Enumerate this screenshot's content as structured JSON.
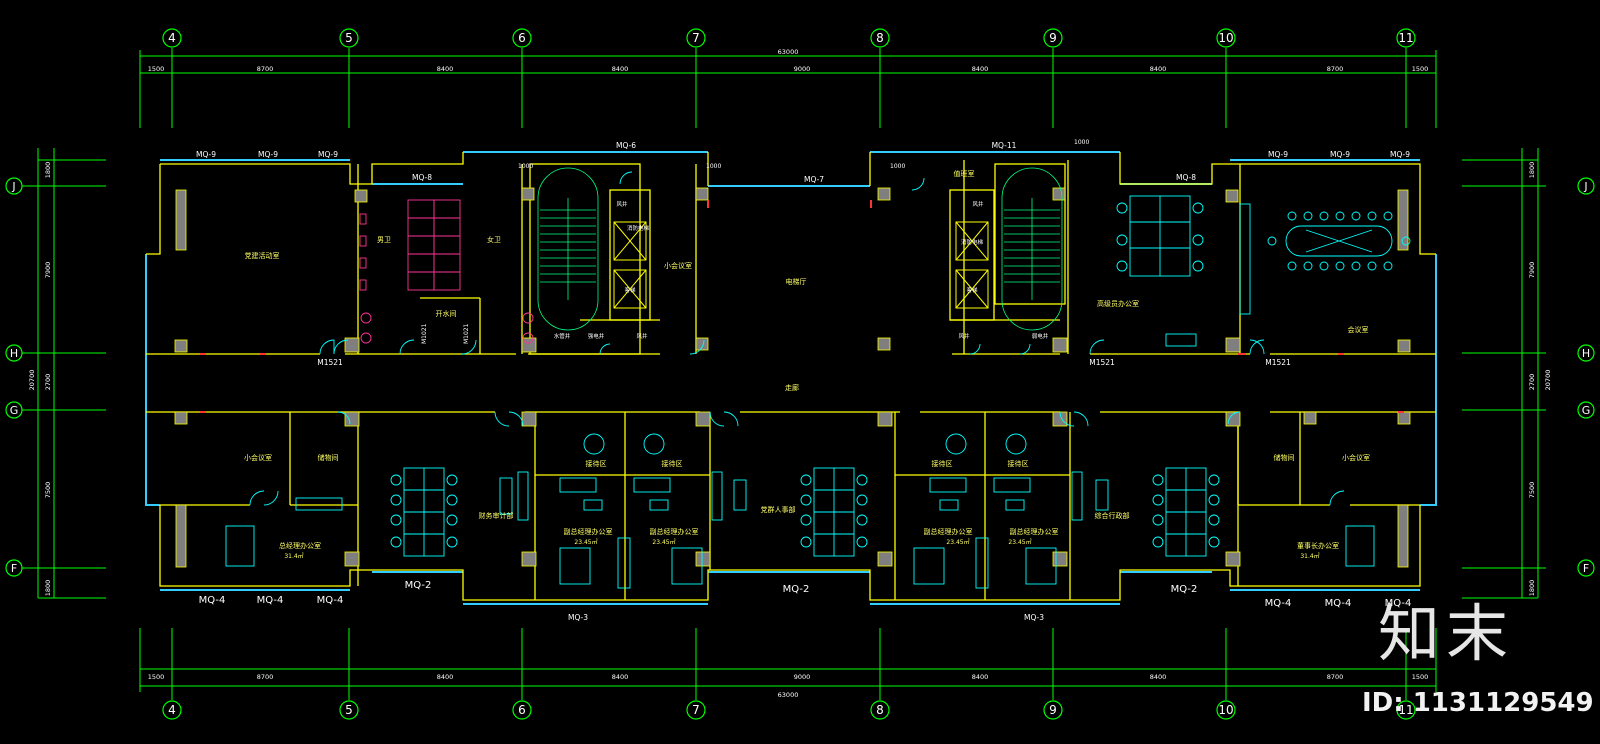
{
  "colors": {
    "background": "#000000",
    "axis": "#00ff00",
    "wall": "#ffff00",
    "glass": "#33ccff",
    "furniture": "#00ffff",
    "door": "#00ffff",
    "stair": "#00ff80",
    "toilet": "#ff3399",
    "column": "#888888",
    "text": "#ffff66",
    "dim_text": "#ffffff"
  },
  "grid": {
    "vertical": [
      "4",
      "5",
      "6",
      "7",
      "8",
      "9",
      "10",
      "11"
    ],
    "horizontal": [
      "J",
      "H",
      "G",
      "F"
    ]
  },
  "dimensions": {
    "total": "63000",
    "horizontal": [
      "1500",
      "8700",
      "8400",
      "8400",
      "9000",
      "8400",
      "8400",
      "8700",
      "1500"
    ],
    "vertical_total": "20700",
    "vertical": [
      "1800",
      "7900",
      "2700",
      "7500",
      "1800"
    ]
  },
  "rooms": {
    "party_activity": "党建活动室",
    "male_wc": "男卫",
    "female_wc": "女卫",
    "janitor": "开水间",
    "storage_right": "小会议室",
    "elevator_hall": "电梯厅",
    "duty_room": "值班室",
    "senior_office": "高级员办公室",
    "meeting_room": "会议室",
    "corridor": "走廊",
    "small_meeting_left": "小会议室",
    "storage_left": "储物间",
    "gm_office": "总经理办公室",
    "gm_area": "31.4㎡",
    "finance": "财务审计部",
    "reception_1": "接待区",
    "reception_2": "接待区",
    "vgm_1": "副总经理办公室",
    "vgm_1_area": "23.45㎡",
    "vgm_2": "副总经理办公室",
    "vgm_2_area": "23.45㎡",
    "party_hr": "党群人事部",
    "reception_3": "接待区",
    "reception_4": "接待区",
    "vgm_3": "副总经理办公室",
    "vgm_3_area": "23.45㎡",
    "vgm_4": "副总经理办公室",
    "vgm_4_area": "23.45㎡",
    "admin": "综合行政部",
    "storage_right2": "储物间",
    "small_meeting_right": "小会议室",
    "chairman_office": "董事长办公室",
    "chairman_area": "31.4㎡",
    "pipe_well": "水管井",
    "elec_well": "强电井",
    "elec_well2": "弱电井",
    "air_shaft": "风井",
    "fire_elevator": "消防电梯",
    "elevator": "客梯"
  },
  "labels": {
    "mq9": "MQ-9",
    "mq8": "MQ-8",
    "mq6": "MQ-6",
    "mq7": "MQ-7",
    "mq11": "MQ-11",
    "mq4": "MQ-4",
    "mq2": "MQ-2",
    "mq3": "MQ-3",
    "m1521": "M1521",
    "m1021": "M1021",
    "d1000": "1000"
  },
  "brand": "知末",
  "image_id": "ID: 1131129549"
}
